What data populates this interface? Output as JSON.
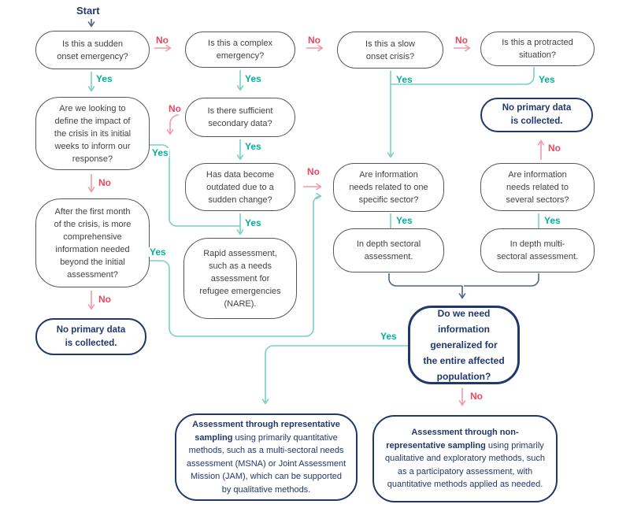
{
  "diagram": {
    "start_label": "Start",
    "yes_label": "Yes",
    "no_label": "No",
    "nodes": {
      "q_sudden_onset": "Is this a sudden\nonset emergency?",
      "q_complex": "Is this a complex\nemergency?",
      "q_slow_onset": "Is this a slow\nonset crisis?",
      "q_protracted": "Is this a protracted\nsituation?",
      "q_define_impact": "Are we looking to\ndefine the impact of\nthe crisis in its initial\nweeks to inform our\nresponse?",
      "q_secondary_data": "Is there sufficient\nsecondary data?",
      "no_primary_top": "No primary data\nis collected.",
      "q_outdated": "Has data become\noutdated due to a\nsudden change?",
      "q_one_sector": "Are information\nneeds related to one\nspecific sector?",
      "q_several_sectors": "Are information\nneeds related to\nseveral sectors?",
      "q_after_first_month": "After the first month\nof the crisis, is more\ncomprehensive\ninformation needed\nbeyond the initial\nassessment?",
      "rapid_assessment": "Rapid assessment,\nsuch as a needs\nassessment for\nrefugee emergencies\n(NARE).",
      "in_depth_sectoral": "In depth sectoral\nassessment.",
      "in_depth_multi": "In depth multi-\nsectoral assessment.",
      "no_primary_left": "No primary data\nis collected.",
      "q_generalized": "Do we need\ninformation\ngeneralized for\nthe entire affected\npopulation?",
      "representative": {
        "bold": "Assessment through representative sampling",
        "rest": " using primarily quantitative methods, such as a multi-sectoral needs assessment (MSNA) or Joint Assessment Mission (JAM), which can be supported by qualitative methods."
      },
      "non_representative": {
        "bold": "Assessment through non-representative sampling",
        "rest": " using primarily qualitative and exploratory methods, such as a participatory assessment, with quantitative methods applied as needed."
      }
    },
    "colors": {
      "navy": "#21386a",
      "gray_border": "#55565a",
      "gray_text": "#414245",
      "teal_text": "#00b398",
      "teal_line": "#79d1c4",
      "red_text": "#e9485e",
      "red_line": "#f29aa4",
      "slate_line": "#4a648c"
    }
  }
}
